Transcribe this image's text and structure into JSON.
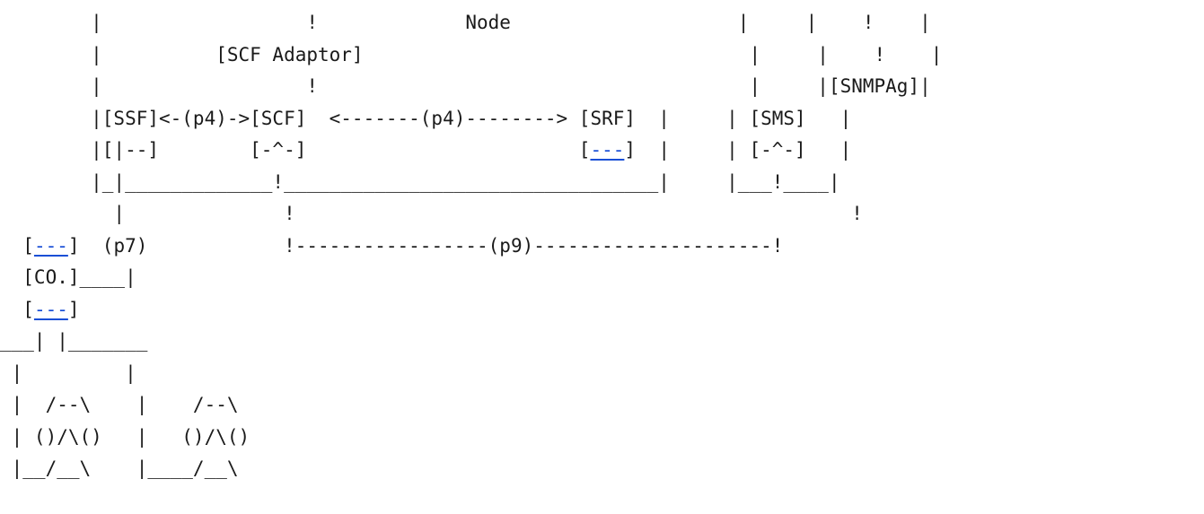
{
  "diagram": {
    "lines": [
      [
        {
          "t": "        |                  !             Node                    |     |    !    |"
        }
      ],
      [
        {
          "t": "        |          [SCF Adaptor]                                  |     |    !    |"
        }
      ],
      [
        {
          "t": "        |                  !                                      |     |[SNMPAg]|"
        }
      ],
      [
        {
          "t": "        |[SSF]<-(p4)->[SCF]  <-------(p4)--------> [SRF]  |     | [SMS]   |"
        }
      ],
      [
        {
          "t": "        |[|--]        [-^-]                        ["
        },
        {
          "t": "---",
          "link": true
        },
        {
          "t": "]  |     | [-^-]   |"
        }
      ],
      [
        {
          "t": "        |_|_____________!_________________________________|     |___!____|"
        }
      ],
      [
        {
          "t": "          |              !                                                 !"
        }
      ],
      [
        {
          "t": "  ["
        },
        {
          "t": "---",
          "link": true
        },
        {
          "t": "]  (p7)            !-----------------(p9)---------------------!"
        }
      ],
      [
        {
          "t": "  [CO.]____|"
        }
      ],
      [
        {
          "t": "  ["
        },
        {
          "t": "---",
          "link": true
        },
        {
          "t": "]"
        }
      ],
      [
        {
          "t": "___| |_______"
        }
      ],
      [
        {
          "t": " |         |"
        }
      ],
      [
        {
          "t": " |  /--\\    |    /--\\"
        }
      ],
      [
        {
          "t": " | ()/\\()   |   ()/\\()"
        }
      ],
      [
        {
          "t": " |__/__\\    |____/__\\"
        }
      ]
    ]
  }
}
